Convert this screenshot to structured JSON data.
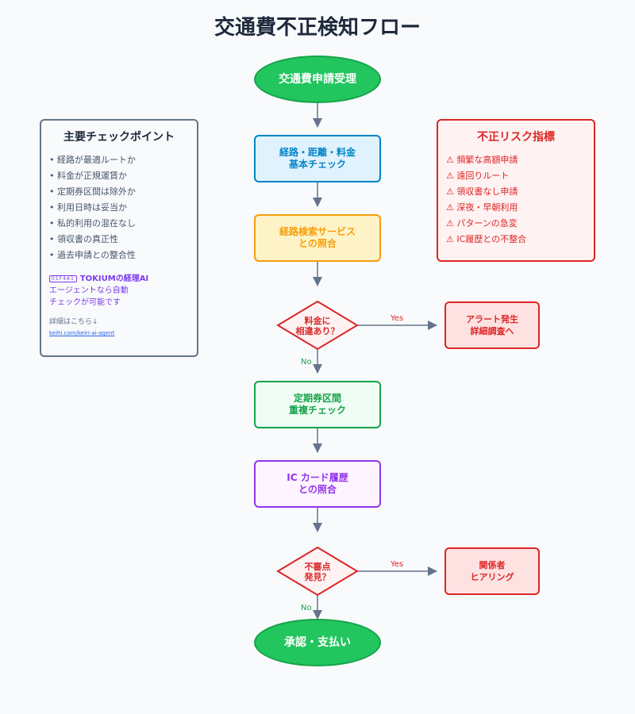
{
  "title": "交通費不正検知フロー",
  "nodes": {
    "start": "交通費申請受理",
    "basic_check": "経路・距離・料金\n基本チェック",
    "route_search": "経路検索サービス\nとの照合",
    "decision_fare": "料金に\n相違あり？",
    "alert": "アラート発生\n詳細調査へ",
    "commuter_check": "定期券区間\n重複チェック",
    "ic_check": "IC カード履歴\nとの照合",
    "decision_mismatch": "不審点\n発見？",
    "hearing": "関係者\nヒアリング",
    "end": "承認・支払い"
  },
  "edge_labels": {
    "yes": "Yes",
    "no": "No"
  },
  "left_panel": {
    "title": "主要チェックポイント",
    "items": [
      "• 経路が最適ルートか",
      "• 料金が正規運賃か",
      "• 定期券区間は除外か",
      "• 利用日時は妥当か",
      "• 私的利用の混在なし",
      "• 領収書の真正性",
      "• 過去申請との整合性"
    ],
    "promo_badge": "01F4A1",
    "promo_brand": "TOKIUMの経理AI",
    "promo_line2": "エージェントなら自動",
    "promo_line3": "チェックが可能です",
    "more_text": "詳細はこちら↓",
    "link_text": "keihi.com/keiri-ai-agent"
  },
  "right_panel": {
    "title": "不正リスク指標",
    "items": [
      "⚠ 頻繁な高額申請",
      "⚠ 遠回りルート",
      "⚠ 領収書なし申請",
      "⚠ 深夜・早朝利用",
      "⚠ パターンの急変",
      "⚠ IC履歴との不整合"
    ]
  },
  "colors": {
    "start_end_fill": "#22c55e",
    "basic_check": "#0284c7",
    "route_search": "#f59e0b",
    "decision": "#dc2626",
    "commuter_check": "#16a34a",
    "ic_check": "#9333ea",
    "arrow": "#64748b"
  }
}
